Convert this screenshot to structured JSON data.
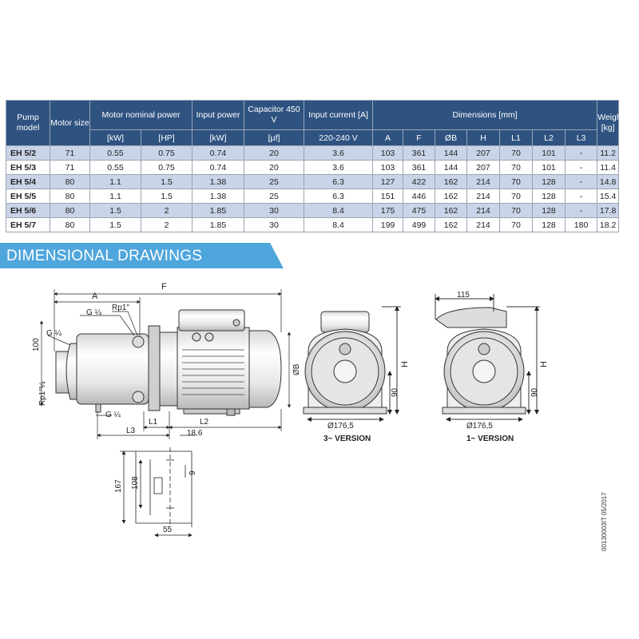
{
  "table": {
    "header_top": {
      "pump_model": "Pump model",
      "motor_size": "Motor size",
      "motor_nominal_power": "Motor nominal power",
      "input_power": "Input power",
      "capacitor": "Capacitor 450 V",
      "input_current": "Input current [A]",
      "dimensions": "Dimensions [mm]",
      "weight": "Weight [kg]"
    },
    "header_units": [
      "[kW]",
      "[HP]",
      "[kW]",
      "[μf]",
      "220-240 V",
      "A",
      "F",
      "ØB",
      "H",
      "L1",
      "L2",
      "L3"
    ],
    "rows": [
      [
        "EH 5/2",
        "71",
        "0.55",
        "0.75",
        "0.74",
        "20",
        "3.6",
        "103",
        "361",
        "144",
        "207",
        "70",
        "101",
        "-",
        "11.2"
      ],
      [
        "EH 5/3",
        "71",
        "0.55",
        "0.75",
        "0.74",
        "20",
        "3.6",
        "103",
        "361",
        "144",
        "207",
        "70",
        "101",
        "-",
        "11.4"
      ],
      [
        "EH 5/4",
        "80",
        "1.1",
        "1.5",
        "1.38",
        "25",
        "6.3",
        "127",
        "422",
        "162",
        "214",
        "70",
        "128",
        "-",
        "14.8"
      ],
      [
        "EH 5/5",
        "80",
        "1.1",
        "1.5",
        "1.38",
        "25",
        "6.3",
        "151",
        "446",
        "162",
        "214",
        "70",
        "128",
        "-",
        "15.4"
      ],
      [
        "EH 5/6",
        "80",
        "1.5",
        "2",
        "1.85",
        "30",
        "8.4",
        "175",
        "475",
        "162",
        "214",
        "70",
        "128",
        "-",
        "17.8"
      ],
      [
        "EH 5/7",
        "80",
        "1.5",
        "2",
        "1.85",
        "30",
        "8.4",
        "199",
        "499",
        "162",
        "214",
        "70",
        "128",
        "180",
        "18.2"
      ]
    ]
  },
  "section_title": "DIMENSIONAL DRAWINGS",
  "drawing_labels": {
    "F": "F",
    "A": "A",
    "G1_4_top": "G ¼",
    "Rp1": "Rp1\"",
    "G1_4_left": "G ¼",
    "dim_100": "100",
    "Rp1_1_4": "Rp1\"¼",
    "G1_4_bottom": "G ¼",
    "OB": "ØB",
    "L1": "L1",
    "L2": "L2",
    "L3": "L3",
    "dim_18_6": "18,6",
    "dim_167": "167",
    "dim_108": "108",
    "dim_9": "9",
    "dim_55": "55",
    "H_mid": "H",
    "dim_90_mid": "90",
    "dia_mid": "Ø176,5",
    "version_3": "3~ VERSION",
    "dim_115": "115",
    "H_right": "H",
    "dim_90_right": "90",
    "dia_right": "Ø176,5",
    "version_1": "1~ VERSION"
  },
  "doc_code": "00130003IT 05/2017"
}
